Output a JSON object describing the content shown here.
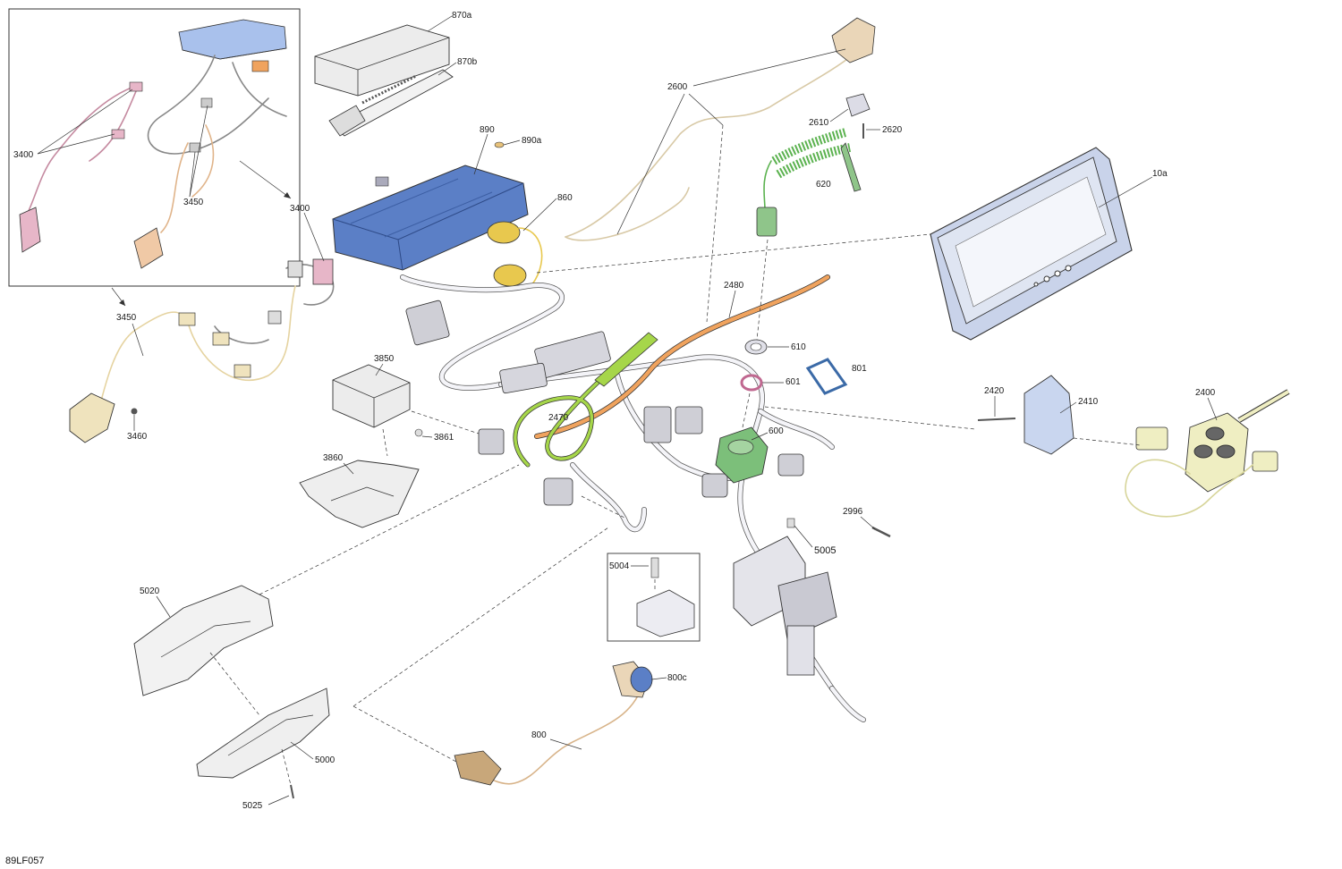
{
  "drawing_id": "89LF057",
  "callouts": {
    "c870a": "870a",
    "c870b": "870b",
    "c890": "890",
    "c890a": "890a",
    "c860": "860",
    "c2600": "2600",
    "c2610": "2610",
    "c2620": "2620",
    "c620": "620",
    "c10a": "10a",
    "c3400_inset": "3400",
    "c3450_inset": "3450",
    "c3400": "3400",
    "c3450": "3450",
    "c3460": "3460",
    "c3850": "3850",
    "c3861": "3861",
    "c3860": "3860",
    "c2480": "2480",
    "c610": "610",
    "c601": "601",
    "c801": "801",
    "c2470": "2470",
    "c600": "600",
    "c2420": "2420",
    "c2410": "2410",
    "c2400": "2400",
    "c2996": "2996",
    "c5005": "5005",
    "c5004": "5004",
    "c800c": "800c",
    "c800": "800",
    "c5020": "5020",
    "c5000": "5000",
    "c5025": "5025"
  },
  "colors": {
    "blue_module": "#5b7fc6",
    "display_frame": "#c9d3ea",
    "orange_wire": "#f0a35e",
    "green_harness": "#a6d64a",
    "green_coil": "#5bb24f",
    "beige": "#efe3bd",
    "pink": "#e7b6c8"
  }
}
